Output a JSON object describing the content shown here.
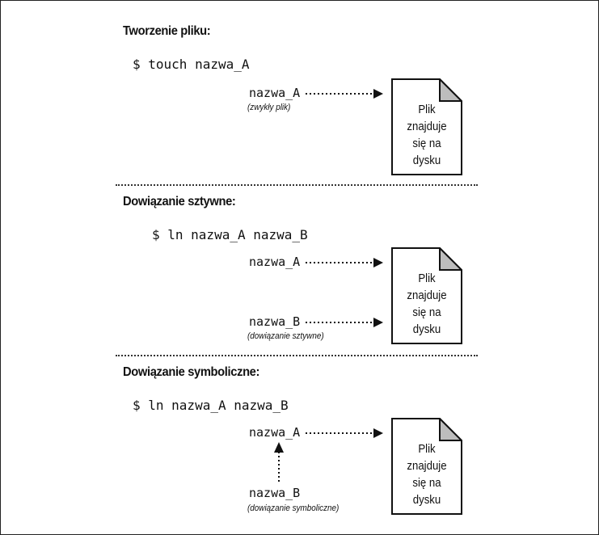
{
  "sections": {
    "create": {
      "heading": "Tworzenie pliku:",
      "command": "$ touch nazwa_A",
      "name_a": "nazwa_A",
      "name_a_note": "(zwykły plik)",
      "file_text": "Plik\nznajduje\nsię na\ndysku"
    },
    "hardlink": {
      "heading": "Dowiązanie sztywne:",
      "command": "$ ln nazwa_A nazwa_B",
      "name_a": "nazwa_A",
      "name_b": "nazwa_B",
      "name_b_note": "(dowiązanie sztywne)",
      "file_text": "Plik\nznajduje\nsię na\ndysku"
    },
    "symlink": {
      "heading": "Dowiązanie symboliczne:",
      "command": "$ ln nazwa_A nazwa_B",
      "name_a": "nazwa_A",
      "name_b": "nazwa_B",
      "name_b_note": "(dowiązanie symboliczne)",
      "file_text": "Plik\nznajduje\nsię na\ndysku"
    }
  },
  "colors": {
    "document_fill": "#ffffff",
    "document_fold": "#bdbdbd",
    "ink": "#111111"
  }
}
